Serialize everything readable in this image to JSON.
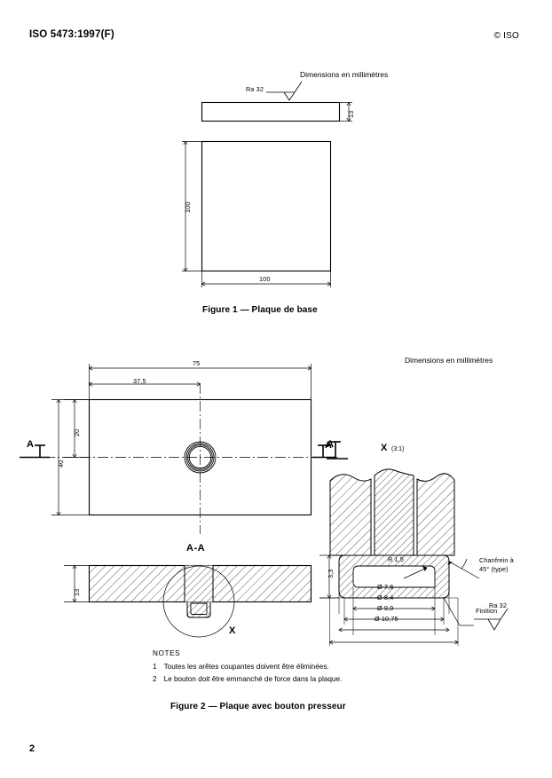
{
  "header": {
    "standard_ref": "ISO 5473:1997(F)",
    "copyright": "© ISO"
  },
  "page_number": "2",
  "figure1": {
    "dimensions_note": "Dimensions en millimètres",
    "caption": "Figure 1 — Plaque de base",
    "surface_finish": "Ra 32",
    "side_view": {
      "thickness": "13"
    },
    "plan_view": {
      "height": "100",
      "width": "100"
    }
  },
  "figure2": {
    "dimensions_note": "Dimensions en millimètres",
    "caption": "Figure 2 — Plaque avec bouton presseur",
    "plan_view": {
      "overall_width": "75",
      "half_width": "37,5",
      "offset_top": "20",
      "overall_height": "40",
      "section_marker_left": "A",
      "section_marker_right": "A"
    },
    "section_view": {
      "label": "A-A",
      "thickness": "13",
      "detail_marker": "X"
    },
    "detail_view": {
      "label": "X",
      "scale": "(3:1)",
      "radius": "R 1,5",
      "chamfer_line1": "Chanfrein à",
      "chamfer_line2": "45° (type)",
      "button_height": "3,3",
      "diameters": [
        "Ø 7,6",
        "Ø 8,4",
        "Ø 9,9",
        "Ø 10,75"
      ],
      "finish_leader": "Finition",
      "surface_finish": "Ra 32",
      "section_marker": "A"
    },
    "notes": {
      "title": "NOTES",
      "items": [
        {
          "num": "1",
          "text": "Toutes les arêtes coupantes doivent être éliminées."
        },
        {
          "num": "2",
          "text": "Le bouton doit être emmanché de force dans la plaque."
        }
      ]
    }
  },
  "colors": {
    "ink": "#000000",
    "paper": "#ffffff"
  }
}
